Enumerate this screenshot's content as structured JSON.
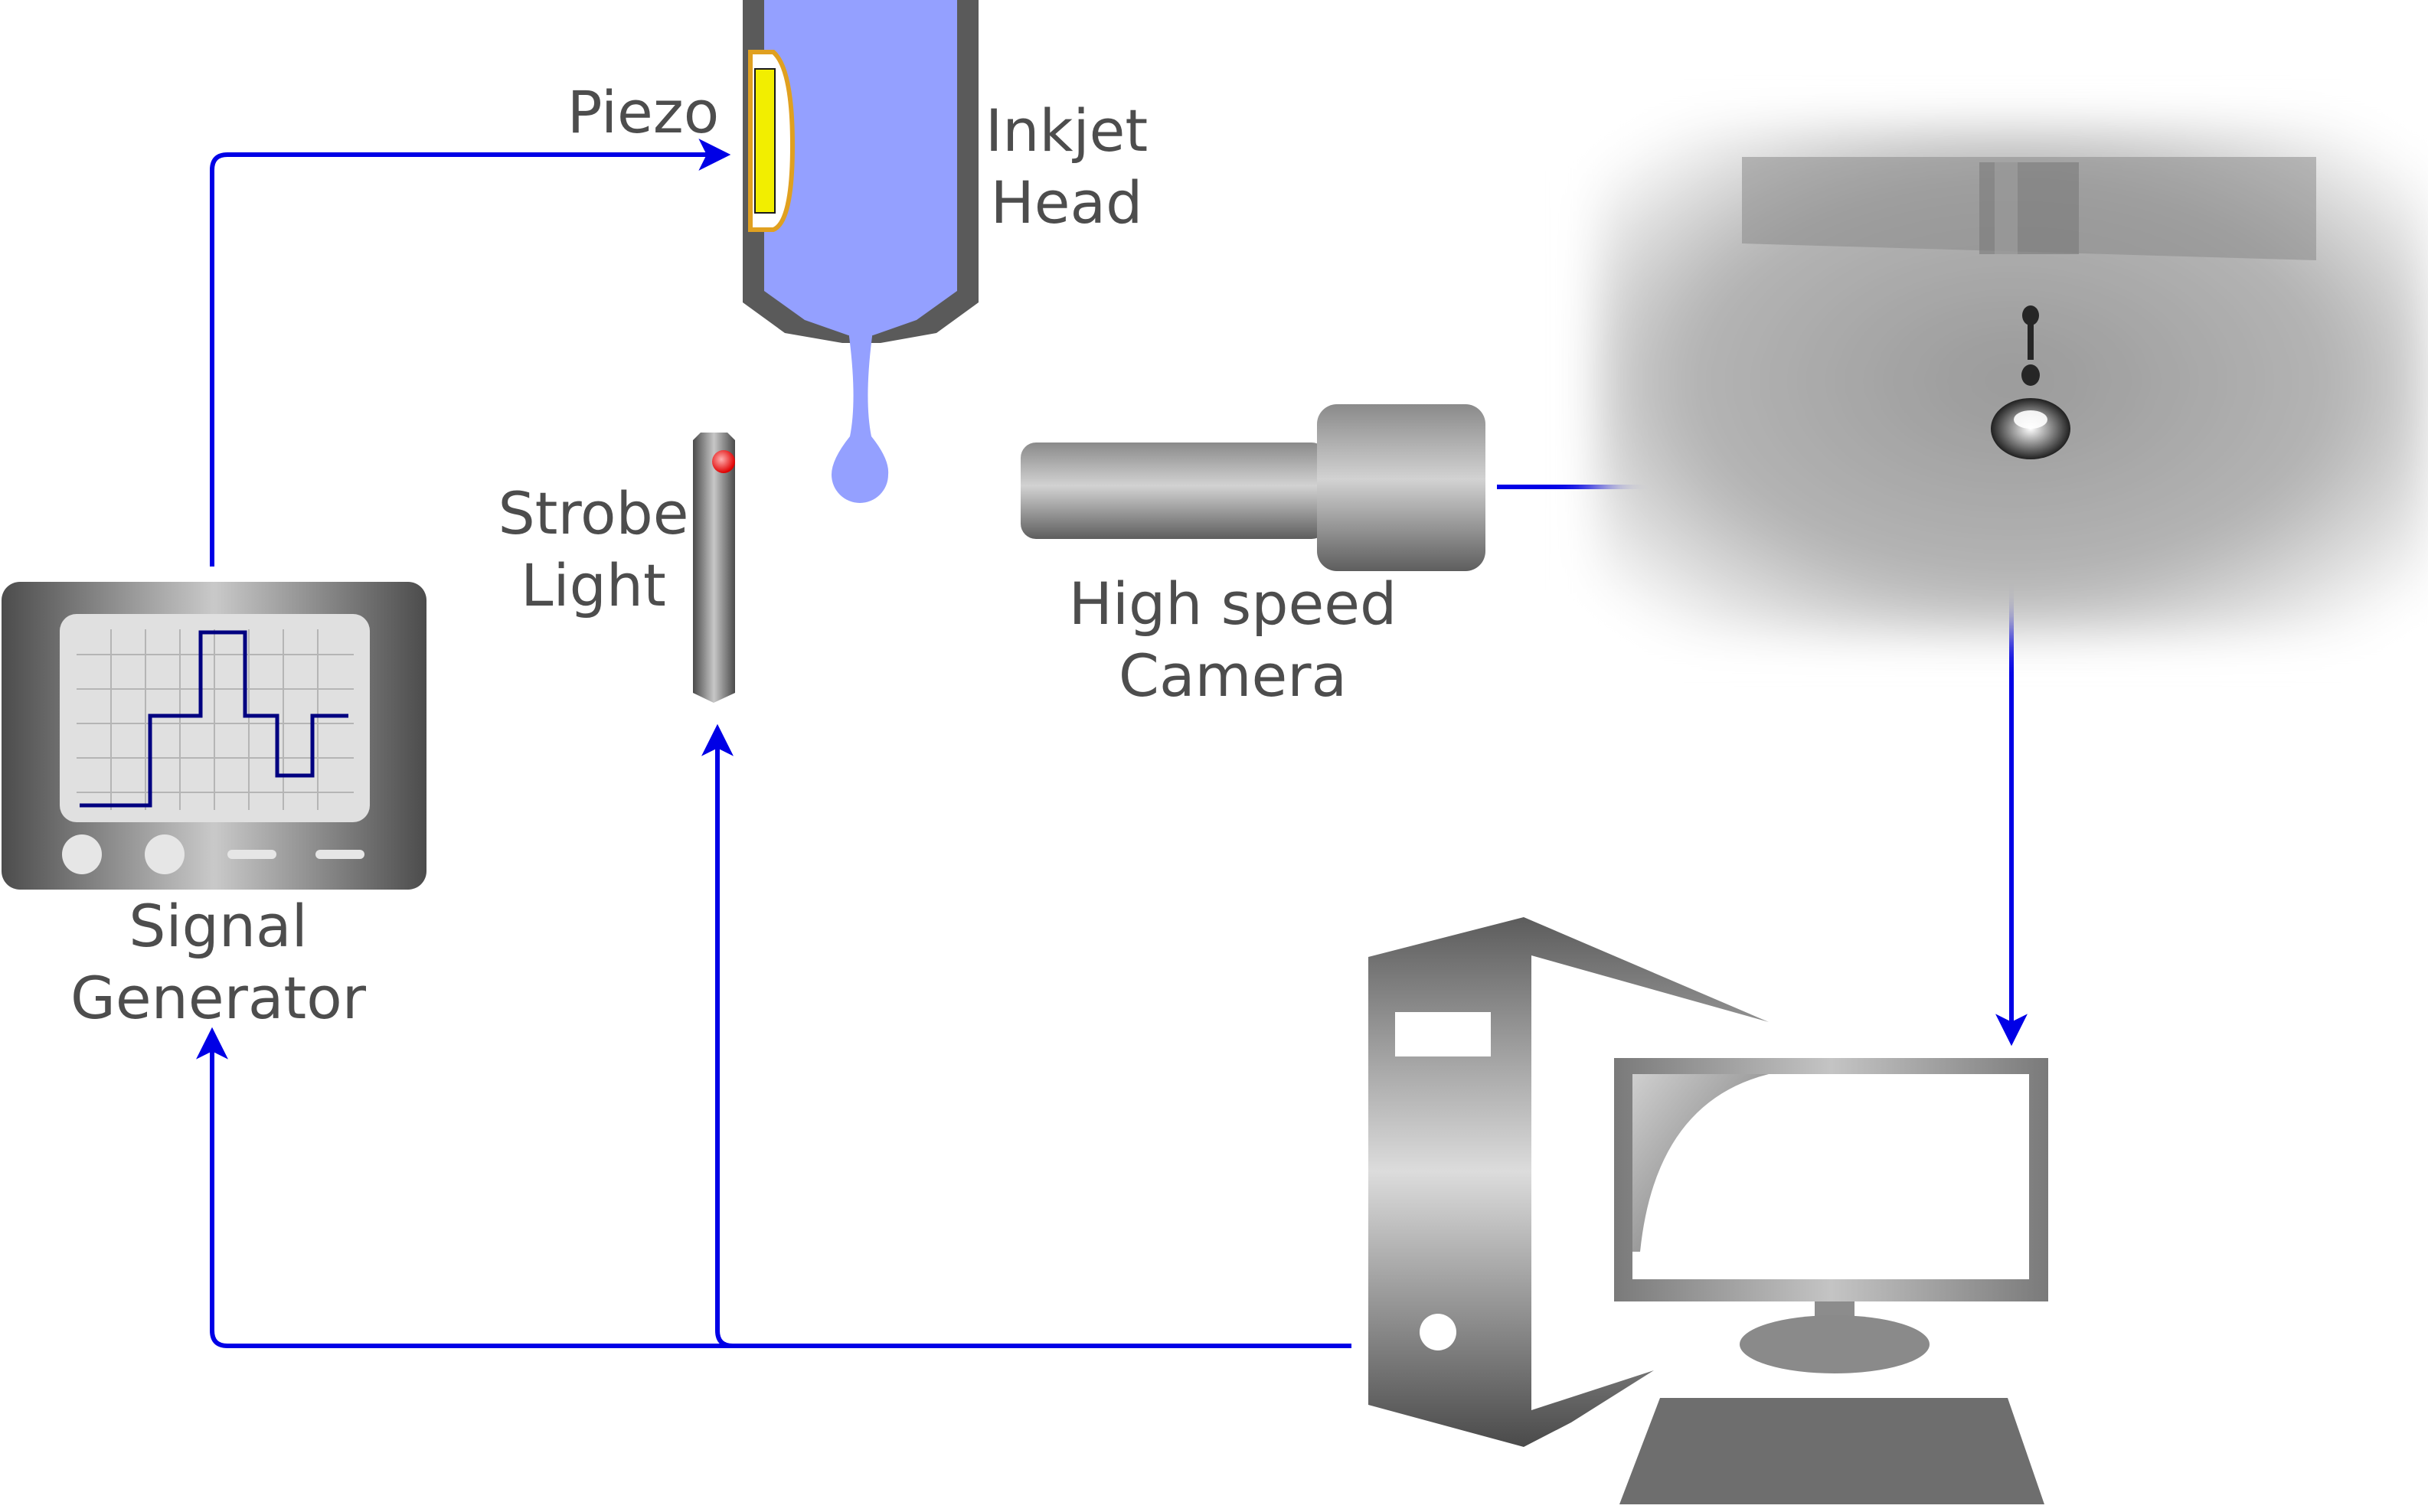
{
  "labels": {
    "piezo": "Piezo",
    "inkjet_head": [
      "Inkjet",
      "Head"
    ],
    "strobe_light": [
      "Strobe",
      "Light"
    ],
    "high_speed_camera": [
      "High speed",
      "Camera"
    ],
    "signal_generator": [
      "Signal",
      "Generator"
    ]
  },
  "colors": {
    "signal_line": "#0000e6",
    "ink": "#94a0ff",
    "head_body": "#5a5a5a",
    "piezo_element": "#f2ee00",
    "piezo_border": "#e0a020",
    "strobe_led": "#ff2020",
    "waveform": "#000080",
    "device_gray": "#6e6e6e"
  },
  "icons": {
    "signal_generator": "oscilloscope-icon",
    "inkjet_head": "inkjet-head-icon",
    "strobe_light": "strobe-light-icon",
    "camera": "camera-icon",
    "computer": "desktop-computer-icon",
    "droplet_image": "droplet-photo"
  }
}
